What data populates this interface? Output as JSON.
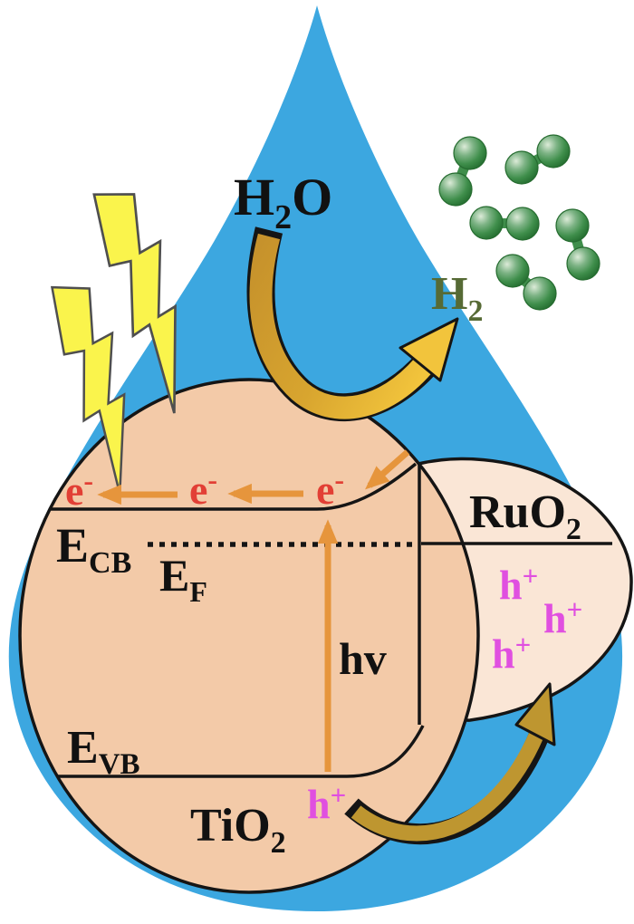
{
  "labels": {
    "h2o": {
      "main": "H",
      "sub": "2",
      "tail": "O"
    },
    "h2": {
      "main": "H",
      "sub": "2"
    },
    "electron": {
      "main": "e",
      "sup": "-"
    },
    "hole": {
      "main": "h",
      "sup": "+"
    },
    "conduction_band": {
      "main": "E",
      "sub": "CB"
    },
    "fermi_level": {
      "main": "E",
      "sub": "F"
    },
    "valence_band": {
      "main": "E",
      "sub": "VB"
    },
    "photon": "hv",
    "tio2": {
      "main": "TiO",
      "sub": "2"
    },
    "ruo2": {
      "main": "RuO",
      "sub": "2"
    }
  },
  "counts": {
    "electron_labels": 3,
    "hole_labels": 4,
    "h2_molecules": 5,
    "lightning_bolts": 2
  },
  "colors": {
    "droplet-blue": "#3CA7E0",
    "tio2-fill": "#F3CAA8",
    "ruo2-fill": "#FAE6D6",
    "outline": "#151515",
    "bolt-yellow": "#FAF44C",
    "bolt-outline": "#4F4F4F",
    "arrow-orange": "#E6953C",
    "gold-dark": "#C6922C",
    "gold-bright": "#F2C43C",
    "gold-olive": "#BE9630",
    "electron-red": "#E23F35",
    "hole-magenta": "#E04FE0",
    "h2-green": "#3F8E4B",
    "h2-text-olive": "#566A35",
    "text-black": "#111111"
  }
}
